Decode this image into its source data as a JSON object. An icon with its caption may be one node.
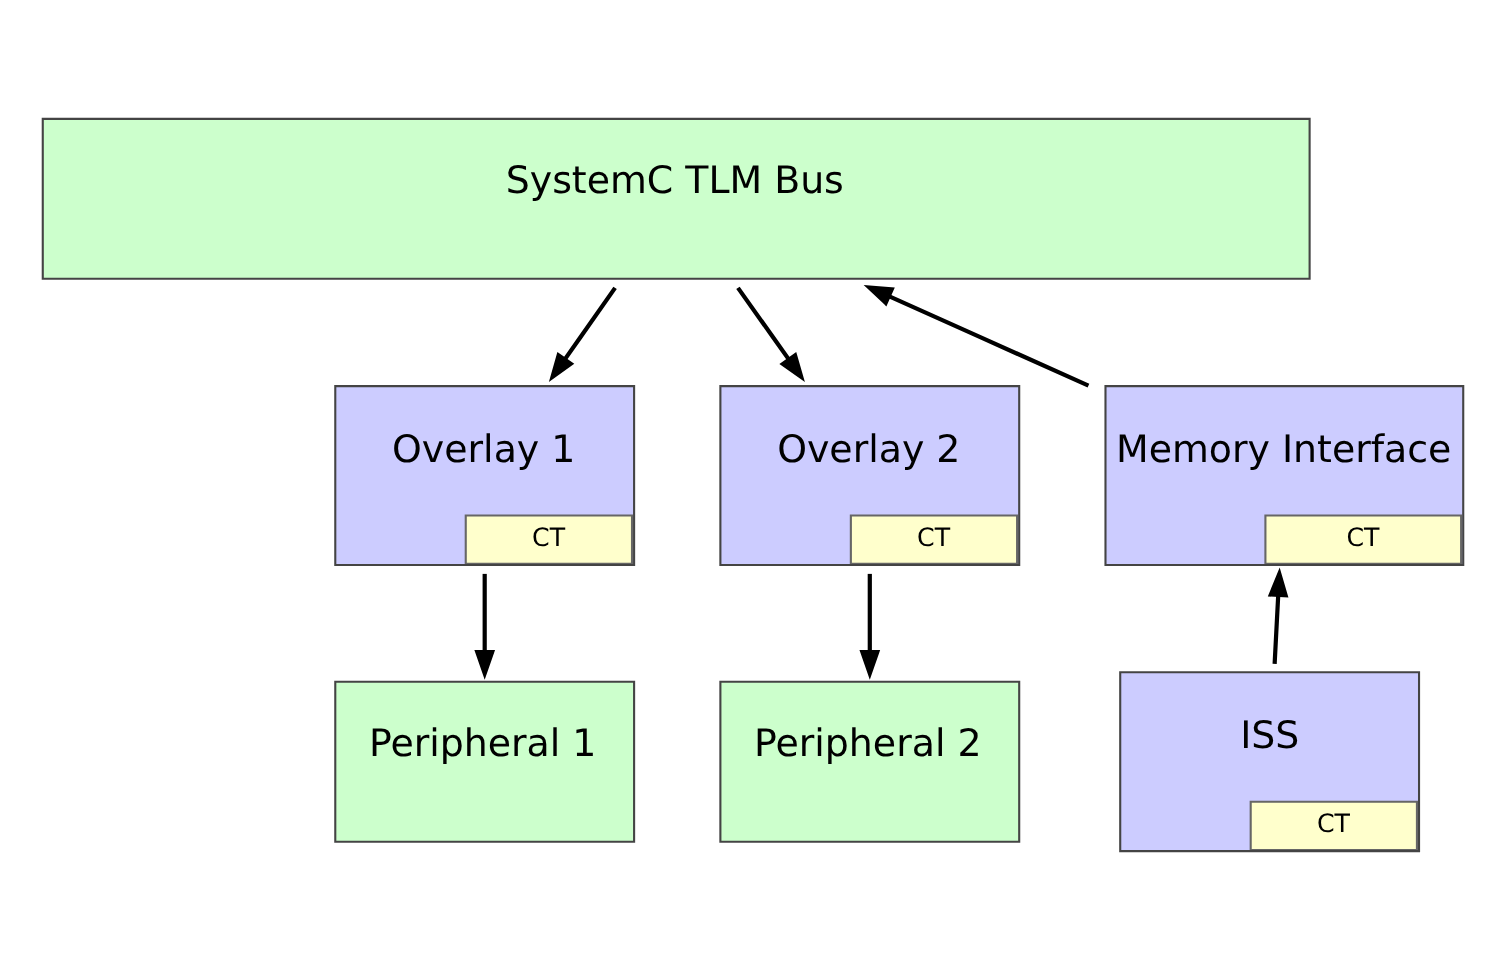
{
  "diagram": {
    "nodes": [
      {
        "text": [
          "SystemC TLM Bus"
        ]
      },
      {
        "text": [
          "Overlay 1",
          "CT"
        ]
      },
      {
        "text": [
          "Overlay 2",
          "CT"
        ]
      },
      {
        "text": [
          "Memory Interface",
          "CT"
        ]
      },
      {
        "text": [
          "Peripheral 1"
        ]
      },
      {
        "text": [
          "Peripheral 2"
        ]
      },
      {
        "text": [
          "ISS",
          "CT"
        ]
      }
    ],
    "edges": [
      {
        "from": 0,
        "to": 1,
        "arrow": "to"
      },
      {
        "from": 0,
        "to": 2,
        "arrow": "to"
      },
      {
        "from": 3,
        "to": 0,
        "arrow": "to"
      },
      {
        "from": 1,
        "to": 4,
        "arrow": "to"
      },
      {
        "from": 2,
        "to": 5,
        "arrow": "to"
      },
      {
        "from": 6,
        "to": 3,
        "arrow": "to"
      }
    ]
  }
}
